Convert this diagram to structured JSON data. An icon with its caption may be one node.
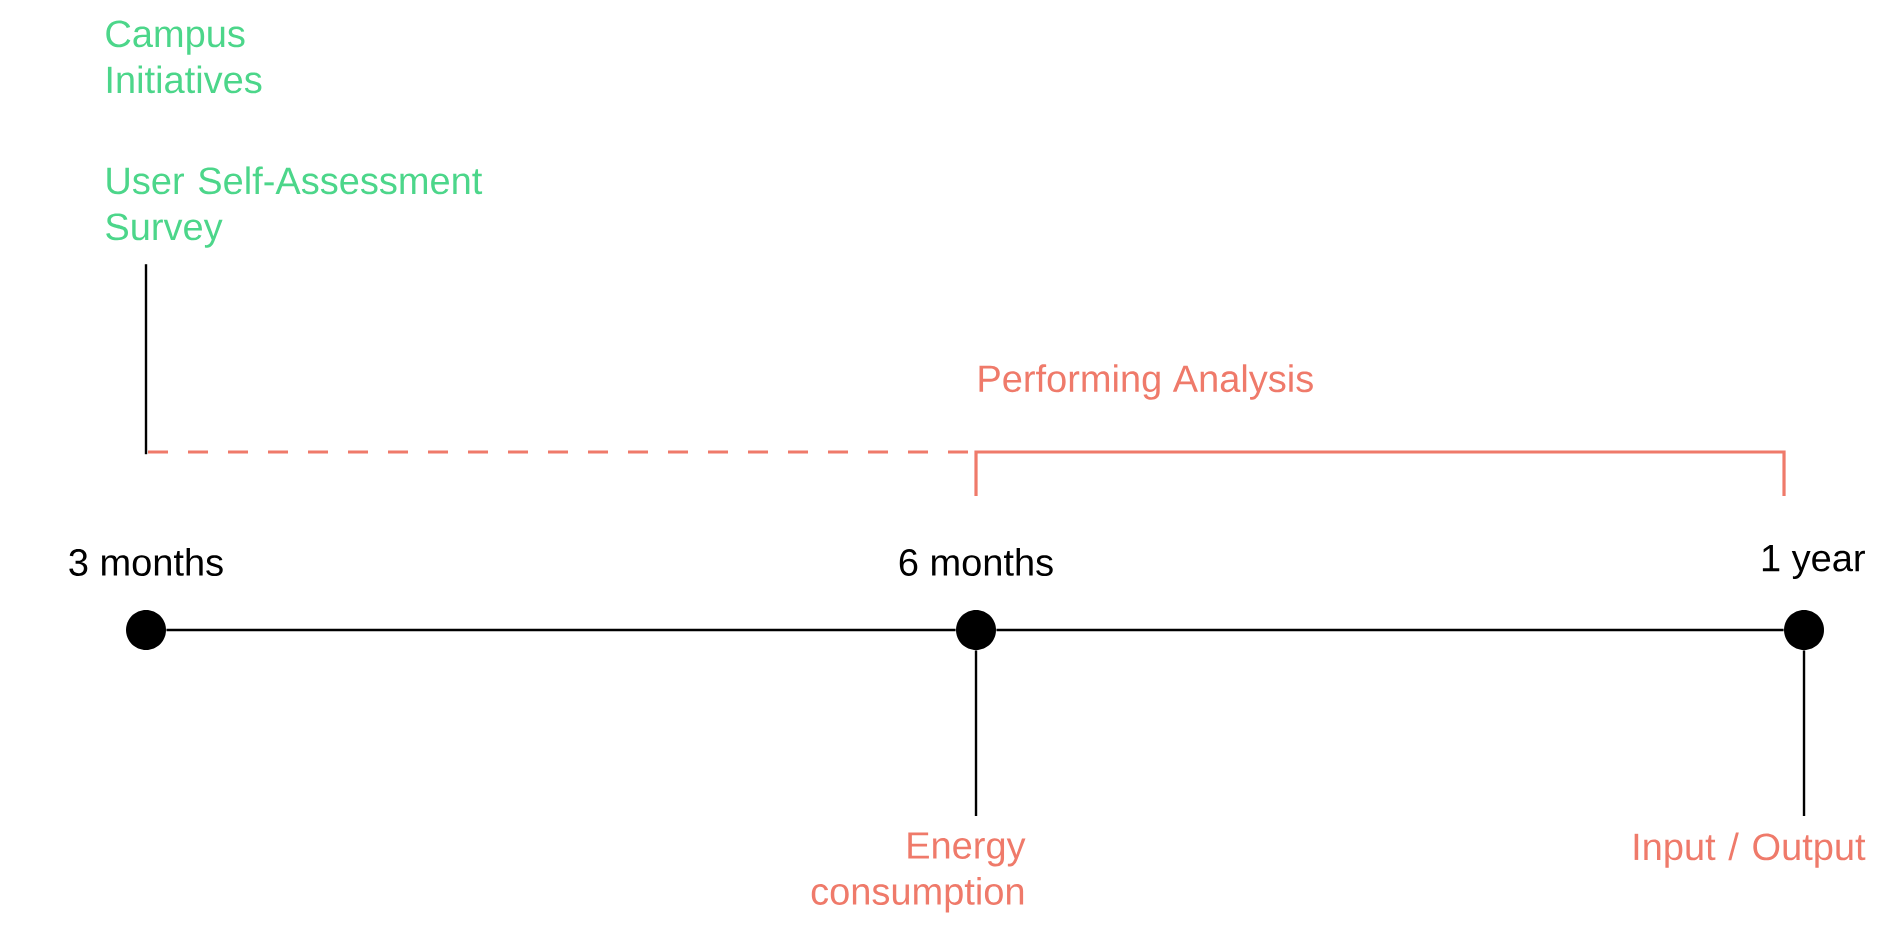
{
  "diagram": {
    "nodes": [
      {
        "text": [
          "Campus Initiatives"
        ]
      },
      {
        "text": [
          "User Self-Assessment Survey"
        ]
      },
      {
        "text": [],
        "shape": "circle",
        "beside": [
          "3 months"
        ]
      },
      {
        "text": [],
        "shape": "circle",
        "beside": [
          "6 months"
        ]
      },
      {
        "text": [],
        "shape": "circle",
        "beside": [
          "1 year"
        ]
      },
      {
        "text": [
          "Energy consumption"
        ]
      },
      {
        "text": [
          "Input / Output"
        ]
      }
    ],
    "edges": [
      {
        "from": 1,
        "to": null,
        "arrow": "none"
      },
      {
        "from": 2,
        "to": 3,
        "arrow": "none"
      },
      {
        "from": 3,
        "to": 4,
        "arrow": "none"
      },
      {
        "from": 3,
        "to": 5,
        "arrow": "none"
      },
      {
        "from": 4,
        "to": 6,
        "arrow": "none"
      }
    ],
    "labels": [
      "Performing Analysis"
    ]
  }
}
